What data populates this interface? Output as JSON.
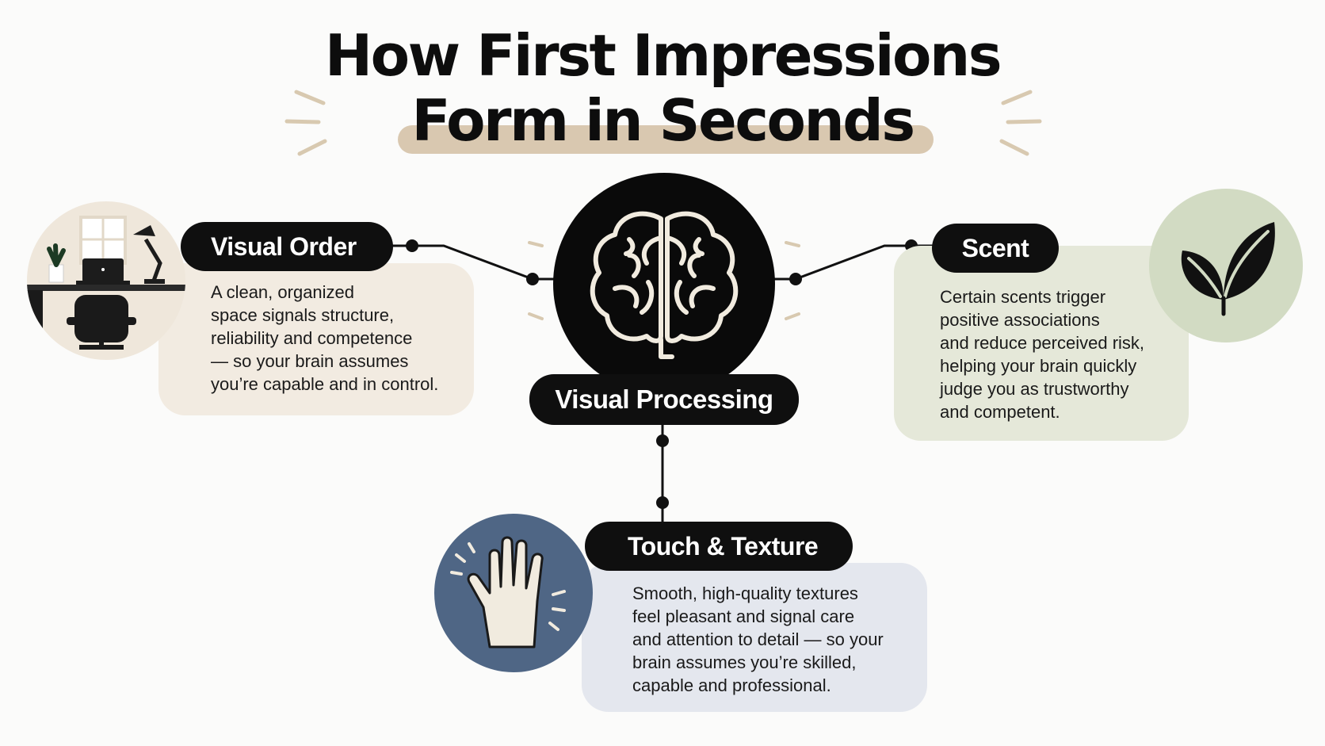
{
  "title": {
    "line1": "How First Impressions",
    "line2": "Form in Seconds"
  },
  "center": {
    "label": "Visual Processing",
    "icon": "brain-icon"
  },
  "sections": {
    "visual_order": {
      "label": "Visual Order",
      "icon": "desk-workspace-icon",
      "lines": [
        "A clean, organized",
        "space signals structure,",
        "reliability and competence",
        "— so your brain assumes",
        "you’re capable and in control."
      ]
    },
    "scent": {
      "label": "Scent",
      "icon": "leaf-icon",
      "lines": [
        "Certain scents trigger",
        "positive associations",
        "and reduce perceived risk,",
        "helping your brain quickly",
        "judge you as trustworthy",
        "and competent."
      ]
    },
    "touch": {
      "label": "Touch & Texture",
      "icon": "hand-icon",
      "lines": [
        "Smooth, high-quality textures",
        "feel pleasant and signal care",
        "and attention to detail — so your",
        "brain assumes you’re skilled,",
        "capable and professional."
      ]
    }
  },
  "colors": {
    "ink": "#0f0f0f",
    "title_highlight": "#d9c8b0",
    "visual_order_bg": "#f2ebe1",
    "scent_bg": "#e5e8d9",
    "touch_bg": "#e4e7ee",
    "hand_circle": "#4f6685"
  }
}
